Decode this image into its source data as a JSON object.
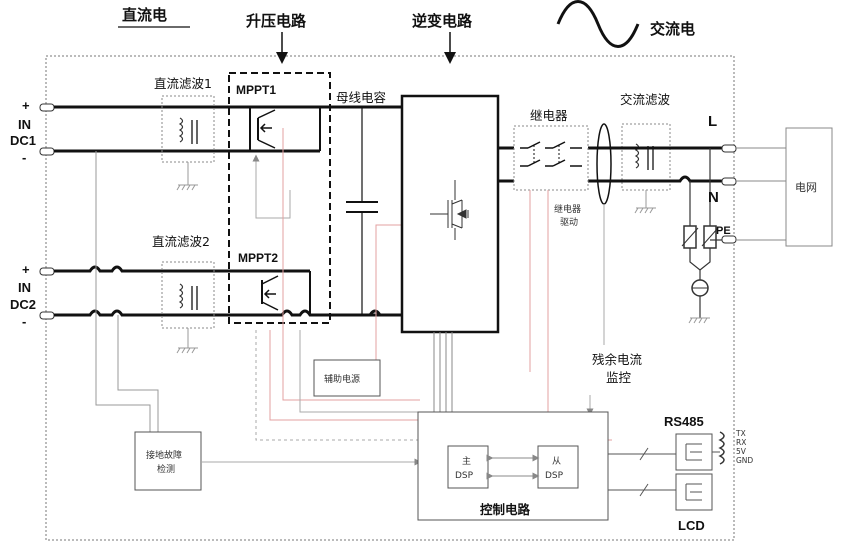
{
  "top_labels": {
    "dc": "直流电",
    "boost": "升压电路",
    "inverter": "逆变电路",
    "ac": "交流电"
  },
  "inputs": {
    "dc1": {
      "plus": "+",
      "in": "IN",
      "name": "DC1",
      "minus": "-"
    },
    "dc2": {
      "plus": "+",
      "in": "IN",
      "name": "DC2",
      "minus": "-"
    }
  },
  "blocks": {
    "dc_filter1": "直流滤波1",
    "dc_filter2": "直流滤波2",
    "mppt1": "MPPT1",
    "mppt2": "MPPT2",
    "bus_cap": "母线电容",
    "relay": "继电器",
    "relay_drive_line1": "继电器",
    "relay_drive_line2": "驱动",
    "ac_filter": "交流滤波",
    "grid": "电网",
    "aux_power": "辅助电源",
    "residual_line1": "残余电流",
    "residual_line2": "监控",
    "ground_fault_line1": "接地故障",
    "ground_fault_line2": "检测",
    "control": "控制电路",
    "master_line1": "主",
    "master_line2": "DSP",
    "slave_line1": "从",
    "slave_line2": "DSP"
  },
  "outputs": {
    "L": "L",
    "N": "N",
    "PE": "PE"
  },
  "comms": {
    "rs485": "RS485",
    "lcd": "LCD",
    "pins": [
      "TX",
      "RX",
      "5V",
      "GND"
    ]
  }
}
